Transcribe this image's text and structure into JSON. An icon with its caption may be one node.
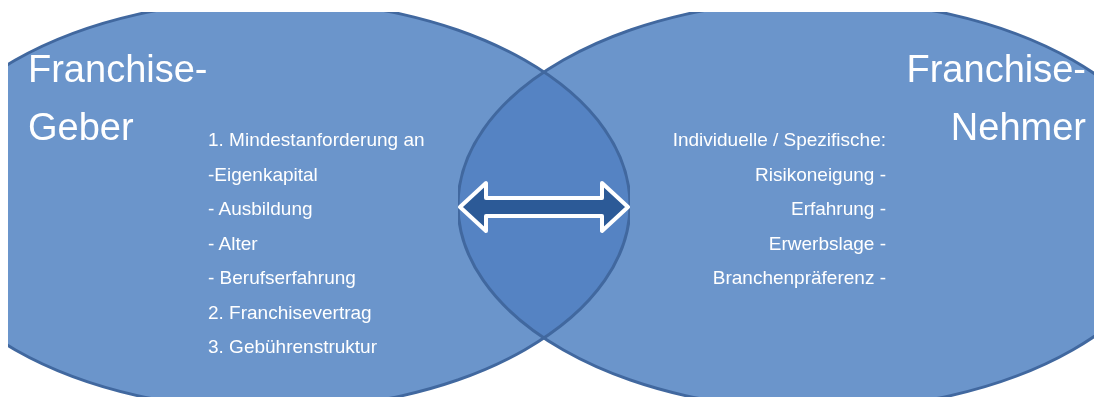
{
  "diagram": {
    "nodes": [
      {
        "text": [
          "Franchise- Geber",
          "1. Mindestanforderung an",
          "-Eigenkapital",
          "- Ausbildung",
          "- Alter",
          "- Berufserfahrung",
          "2. Franchisevertrag",
          "3. Gebührenstruktur"
        ]
      },
      {
        "text": [
          "Franchise- Nehmer",
          "Individuelle / Spezifische:",
          "Risikoneigung -",
          "Erfahrung -",
          "Erwerbslage -",
          "Branchenpräferenz -"
        ]
      }
    ],
    "edges": [
      {
        "from": 0,
        "to": 1,
        "arrow": "both"
      }
    ]
  }
}
